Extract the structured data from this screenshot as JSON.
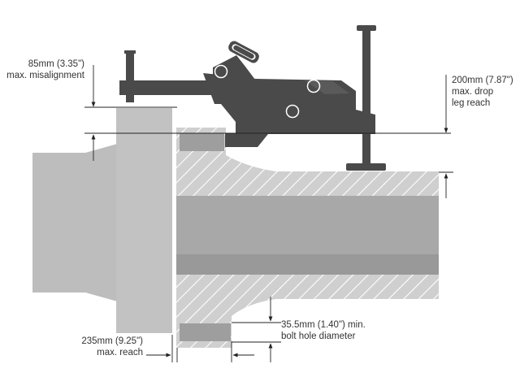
{
  "annotations": {
    "misalignment": {
      "line1": "85mm (3.35\")",
      "line2": "max. misalignment"
    },
    "drop_leg": {
      "line1": "200mm (7.87\")",
      "line2": "max. drop",
      "line3": "leg reach"
    },
    "reach": {
      "line1": "235mm (9.25\")",
      "line2": "max. reach"
    },
    "bolt_hole": {
      "line1": "35.5mm (1.40\") min.",
      "line2": "bolt hole diameter"
    }
  },
  "colors": {
    "flange_left": "#bdbdbd",
    "pipe_body": "#bbbbbb",
    "hatch_bg": "#cfcfcf",
    "hatch_line": "#ffffff",
    "bore": "#9e9e9e",
    "clamp": "#4a4a4a",
    "dim_line": "#222222",
    "text": "#333333"
  }
}
